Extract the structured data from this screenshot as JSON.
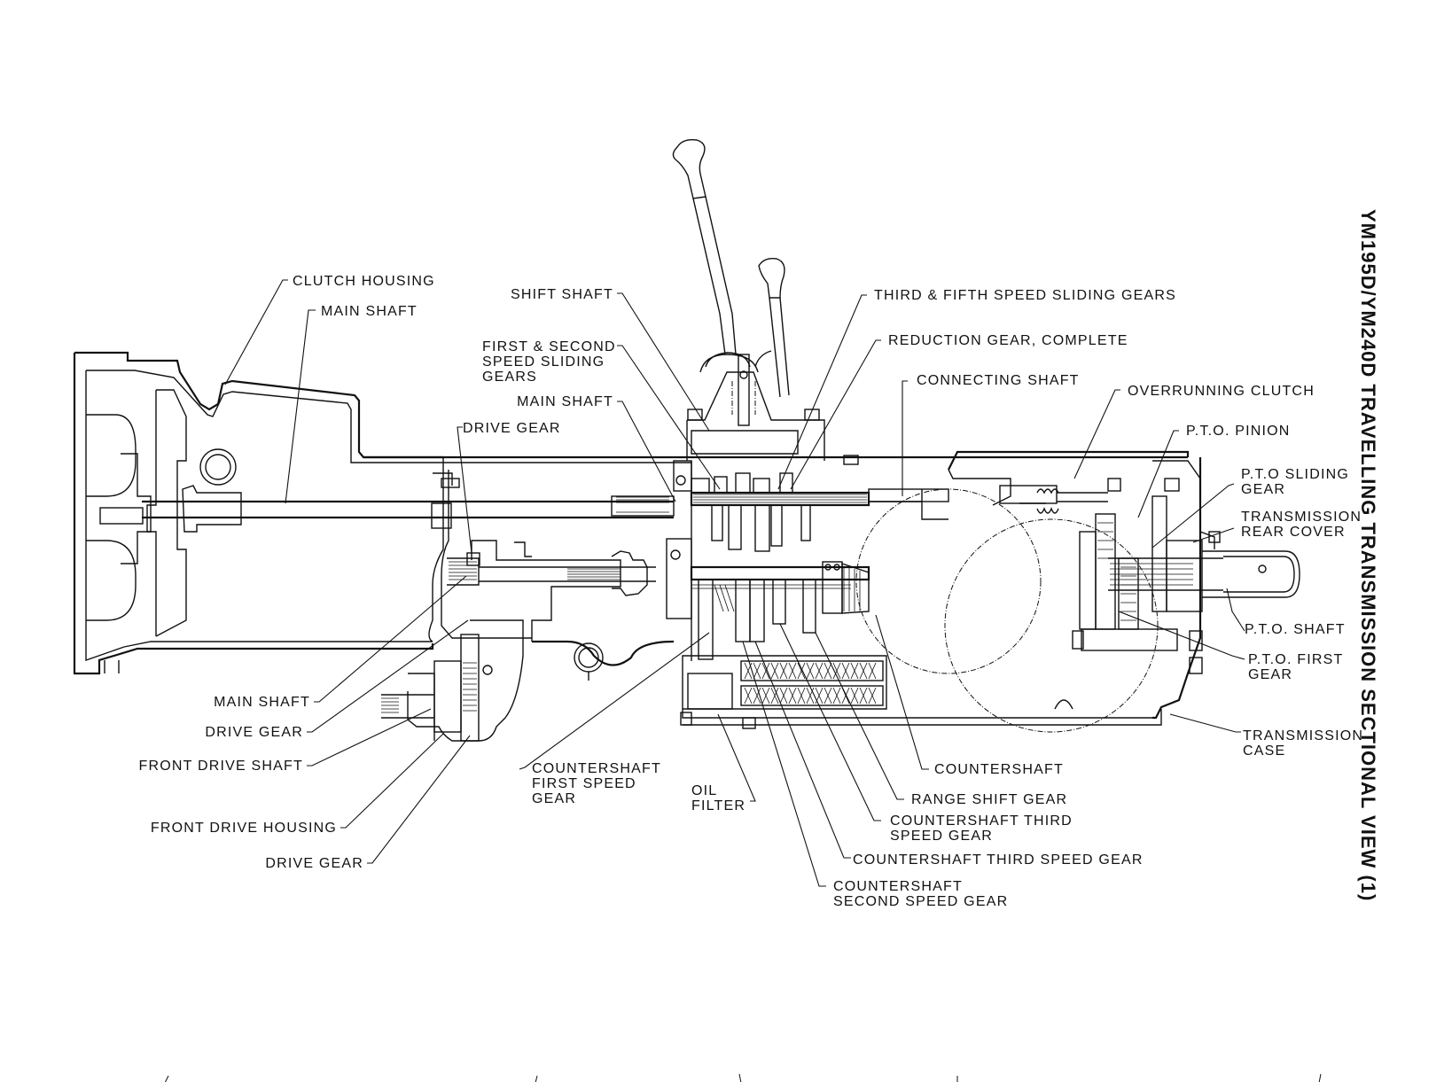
{
  "title": "YM195D/YM240D TRAVELLING TRANSMISSION SECTIONAL VIEW (1)",
  "labels": {
    "clutch_housing": "CLUTCH HOUSING",
    "main_shaft_top": "MAIN SHAFT",
    "shift_shaft": "SHIFT SHAFT",
    "first_second_sliding": "FIRST & SECOND\nSPEED SLIDING\nGEARS",
    "main_shaft_mid": "MAIN SHAFT",
    "drive_gear_top": "DRIVE GEAR",
    "third_fifth_sliding": "THIRD & FIFTH SPEED SLIDING GEARS",
    "reduction_gear": "REDUCTION GEAR, COMPLETE",
    "connecting_shaft": "CONNECTING SHAFT",
    "overrunning_clutch": "OVERRUNNING CLUTCH",
    "pto_pinion": "P.T.O. PINION",
    "pto_sliding_gear": "P.T.O SLIDING\nGEAR",
    "transmission_rear_cover": "TRANSMISSION\nREAR COVER",
    "pto_shaft": "P.T.O. SHAFT",
    "pto_first_gear": "P.T.O. FIRST\nGEAR",
    "transmission_case": "TRANSMISSION\nCASE",
    "main_shaft_bottom": "MAIN SHAFT",
    "drive_gear_mid": "DRIVE GEAR",
    "front_drive_shaft": "FRONT DRIVE SHAFT",
    "front_drive_housing": "FRONT DRIVE HOUSING",
    "drive_gear_bottom": "DRIVE GEAR",
    "countershaft_first_speed": "COUNTERSHAFT\nFIRST SPEED\nGEAR",
    "oil_filter": "OIL\nFILTER",
    "countershaft": "COUNTERSHAFT",
    "range_shift_gear": "RANGE SHIFT GEAR",
    "countershaft_third_speed_a": "COUNTERSHAFT THIRD\nSPEED GEAR",
    "countershaft_third_speed_b": "COUNTERSHAFT THIRD SPEED GEAR",
    "countershaft_second_speed": "COUNTERSHAFT\nSECOND SPEED GEAR"
  }
}
